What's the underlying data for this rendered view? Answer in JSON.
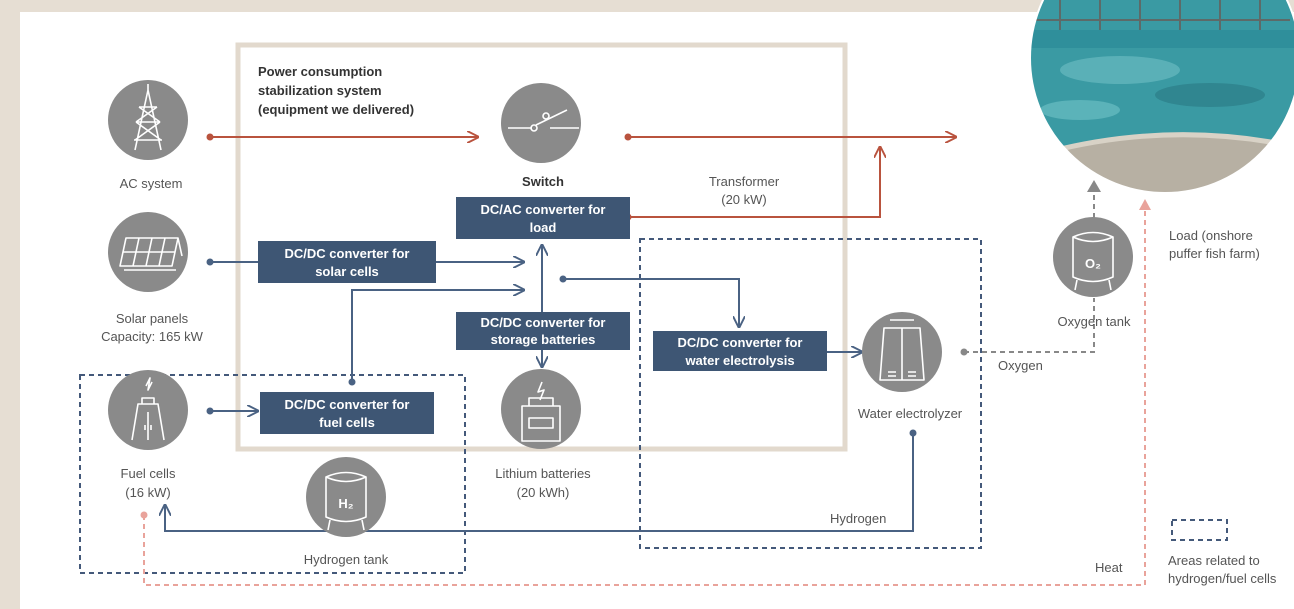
{
  "system": {
    "title_line1": "Power consumption",
    "title_line2": "stabilization system",
    "title_line3": "(equipment we delivered)"
  },
  "nodes": {
    "ac_system": "AC system",
    "solar_line1": "Solar panels",
    "solar_line2": "Capacity: 165 kW",
    "fuel_line1": "Fuel cells",
    "fuel_line2": "(16 kW)",
    "hydrogen_tank": "Hydrogen tank",
    "h2_label": "H₂",
    "switch": "Switch",
    "lithium_line1": "Lithium batteries",
    "lithium_line2": "(20 kWh)",
    "transformer_line1": "Transformer",
    "transformer_line2": "(20 kW)",
    "water_electrolyzer": "Water electrolyzer",
    "oxygen_tank": "Oxygen tank",
    "o2_label": "O₂",
    "load_line1": "Load (onshore",
    "load_line2": "puffer fish farm)"
  },
  "converters": {
    "solar_line1": "DC/DC converter for",
    "solar_line2": "solar cells",
    "fuel_line1": "DC/DC converter  for",
    "fuel_line2": "fuel cells",
    "dcac_line1": "DC/AC converter for",
    "dcac_line2": "load",
    "storage_line1": "DC/DC converter for",
    "storage_line2": "storage batteries",
    "electrolysis_line1": "DC/DC converter for",
    "electrolysis_line2": "water electrolysis"
  },
  "flows": {
    "oxygen": "Oxygen",
    "hydrogen": "Hydrogen",
    "heat": "Heat"
  },
  "legend": {
    "line1": "Areas related to",
    "line2": "hydrogen/fuel cells"
  },
  "colors": {
    "background": "#e6ded3",
    "system_frame": "#e2d9cd",
    "icon_circle": "#8a8a8a",
    "converter_box": "#3e5674",
    "ac_line": "#b9533e",
    "dc_line": "#4a6283",
    "gas_line": "#888888",
    "heat_line": "#e9a39b"
  }
}
